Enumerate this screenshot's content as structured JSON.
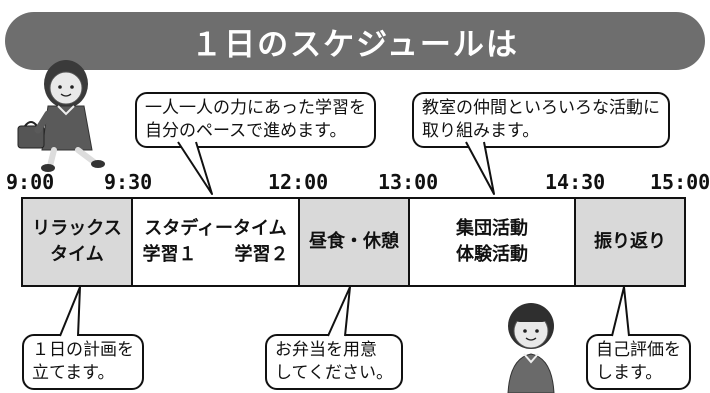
{
  "title": "１日のスケジュールは",
  "times": [
    "9:00",
    "9:30",
    "12:00",
    "13:00",
    "14:30",
    "15:00"
  ],
  "segments": [
    {
      "line1": "リラックス",
      "line2": "タイム",
      "shade": "gray"
    },
    {
      "line1": "スタディータイム",
      "sub_a": "学習１",
      "sub_b": "学習２",
      "shade": "white"
    },
    {
      "line1": "昼食・休憩",
      "shade": "gray"
    },
    {
      "line1": "集団活動",
      "line2": "体験活動",
      "shade": "white"
    },
    {
      "line1": "振り返り",
      "shade": "gray"
    }
  ],
  "callouts": {
    "study": {
      "line1": "一人一人の力にあった学習を",
      "line2": "自分のペースで進めます。"
    },
    "group": {
      "line1": "教室の仲間といろいろな活動に",
      "line2": "取り組みます。"
    },
    "relax": {
      "line1": "１日の計画を",
      "line2": "立てます。"
    },
    "lunch": {
      "line1": "お弁当を用意",
      "line2": "してください。"
    },
    "review": {
      "line1": "自己評価を",
      "line2": "します。"
    }
  },
  "colors": {
    "banner": "#6e6e6e",
    "gray_segment": "#d9d9d9",
    "outline": "#111111"
  },
  "icons": [
    "girl-student-illustration",
    "boy-student-illustration"
  ]
}
